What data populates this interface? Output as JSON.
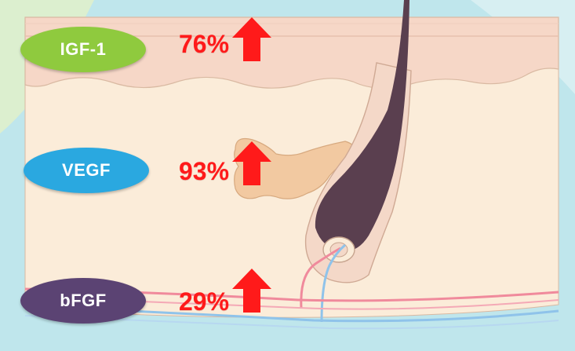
{
  "markers": [
    {
      "label": "IGF-1",
      "percent": "76%",
      "pill_color": "#8fca3e",
      "direction": "up"
    },
    {
      "label": "VEGF",
      "percent": "93%",
      "pill_color": "#2aa8e0",
      "direction": "up"
    },
    {
      "label": "bFGF",
      "percent": "29%",
      "pill_color": "#5b4373",
      "direction": "up"
    }
  ],
  "colors": {
    "background": "#bfe6ec",
    "epidermis": "#f6d7c7",
    "dermis": "#fbecd9",
    "hair": "#5a3f4f",
    "gland": "#f2c9a1",
    "artery": "#f08a9c",
    "vein": "#8fc3ea",
    "arrow": "#ff1a1a"
  }
}
